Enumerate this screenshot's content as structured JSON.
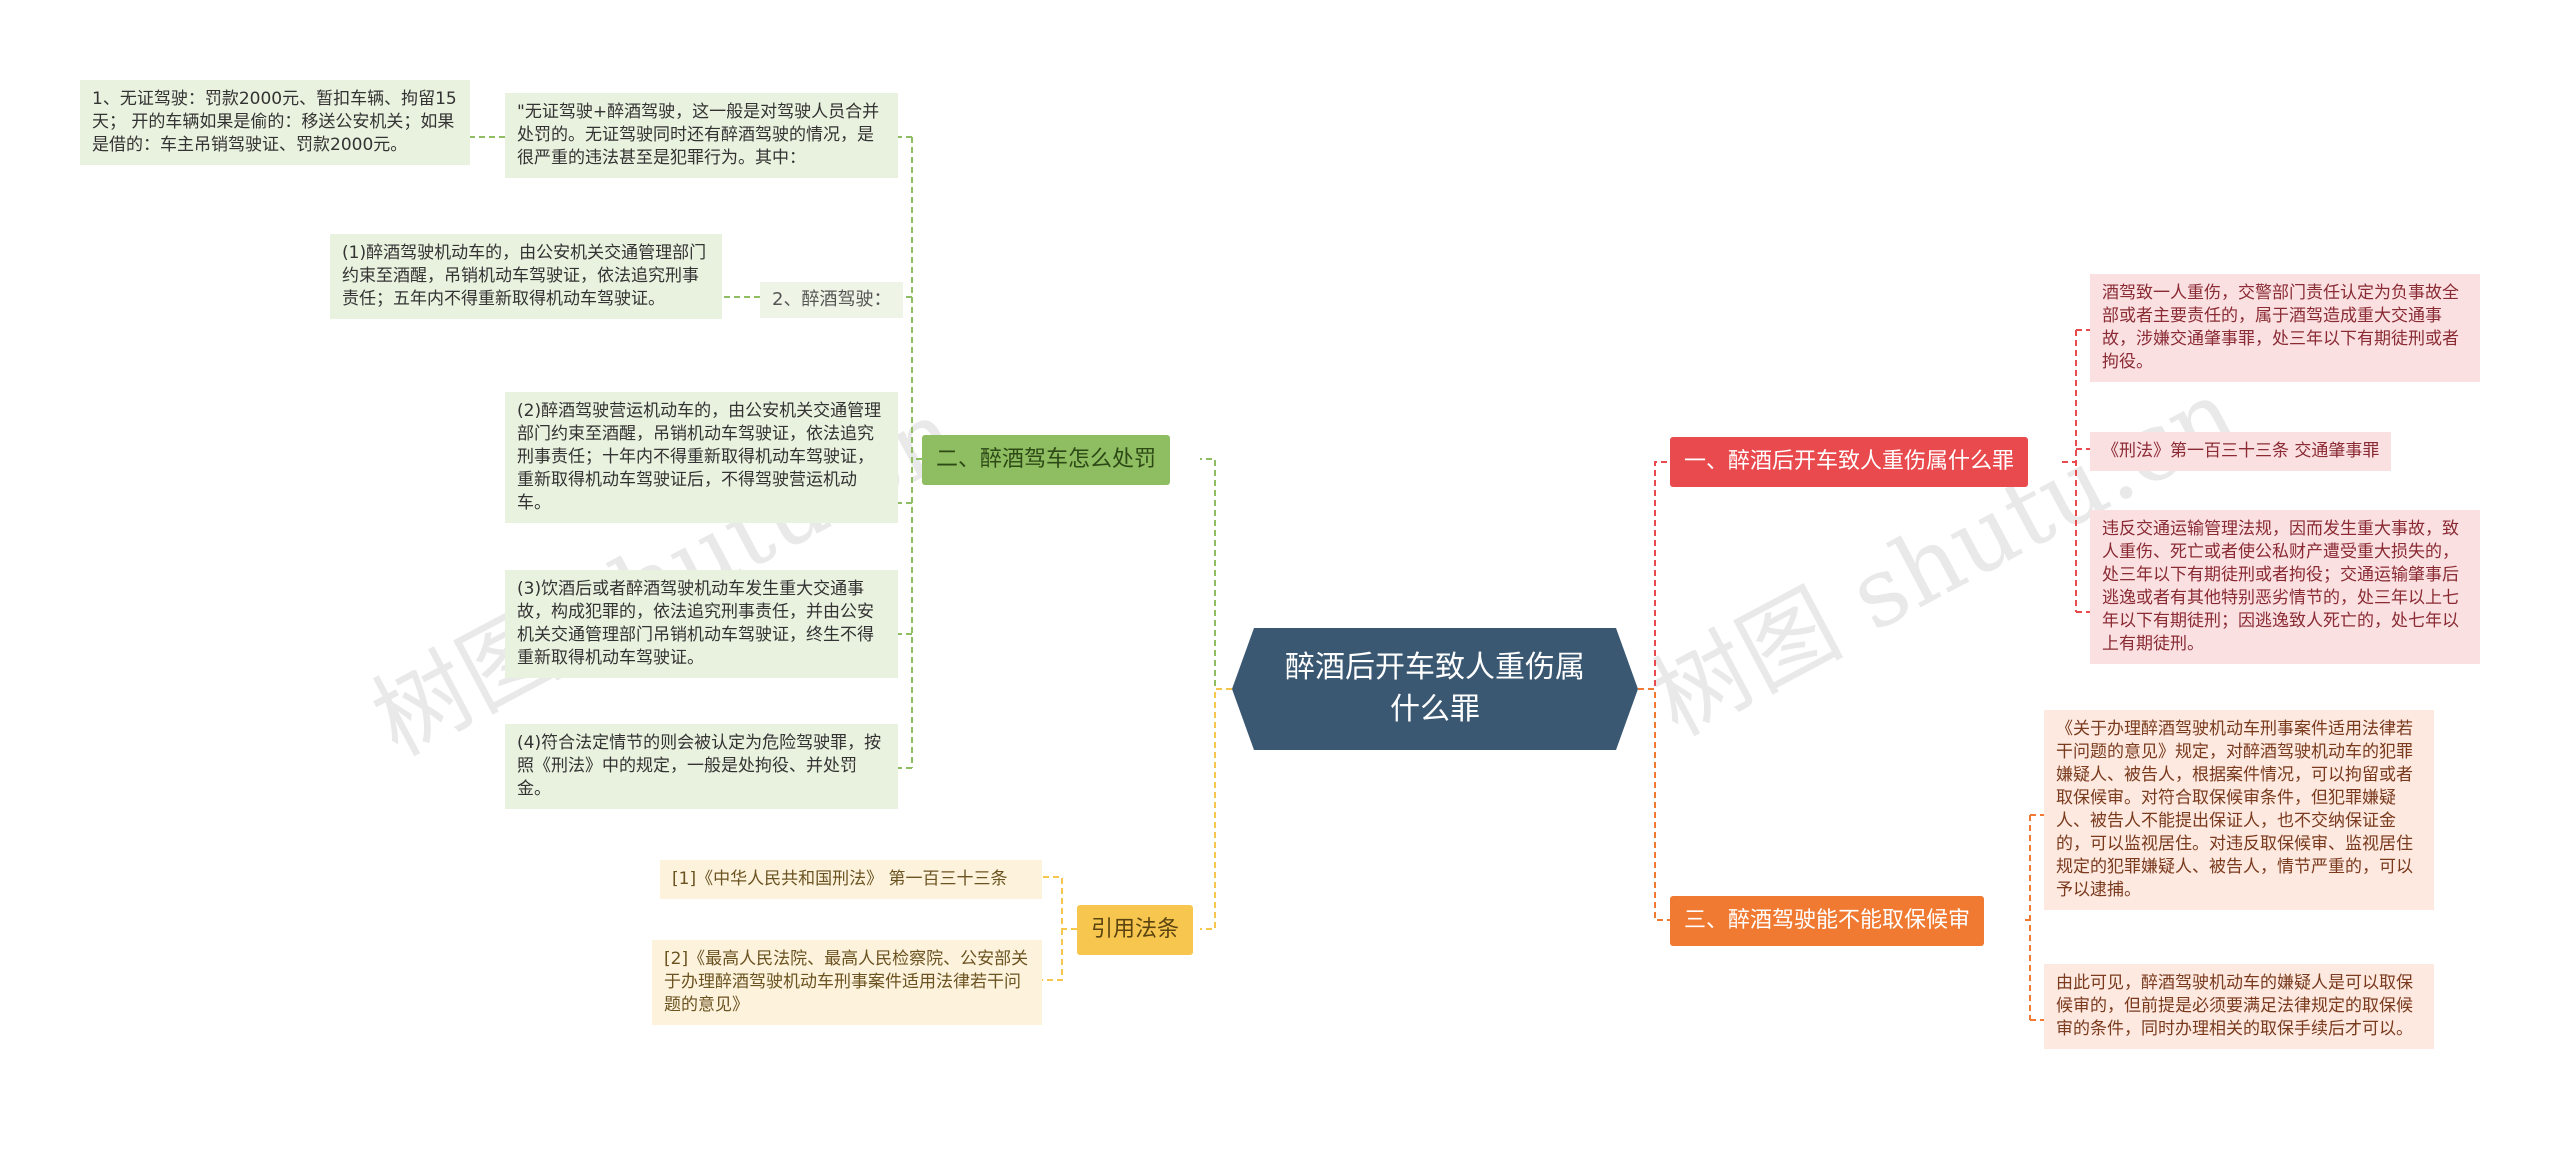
{
  "root": {
    "title": "醉酒后开车致人重伤属什么罪"
  },
  "watermark": "树图 shutu.cn",
  "colors": {
    "root": "#3b5873",
    "green": "#8fbd62",
    "yellow": "#f6c64e",
    "red": "#e94a4d",
    "orange": "#f07a32"
  },
  "left": {
    "penalty": {
      "label": "二、醉酒驾车怎么处罚",
      "intro": "\"无证驾驶+醉酒驾驶，这一般是对驾驶人员合并处罚的。无证驾驶同时还有醉酒驾驶的情况，是很严重的违法甚至是犯罪行为。其中：",
      "intro_child": "1、无证驾驶：罚款2000元、暂扣车辆、拘留15天； 开的车辆如果是偷的：移送公安机关；如果是借的：车主吊销驾驶证、罚款2000元。",
      "drunk_label": "2、醉酒驾驶：",
      "drunk_child": "(1)醉酒驾驶机动车的，由公安机关交通管理部门约束至酒醒，吊销机动车驾驶证，依法追究刑事责任；五年内不得重新取得机动车驾驶证。",
      "item2": "(2)醉酒驾驶营运机动车的，由公安机关交通管理部门约束至酒醒，吊销机动车驾驶证，依法追究刑事责任；十年内不得重新取得机动车驾驶证，重新取得机动车驾驶证后，不得驾驶营运机动车。",
      "item3": "(3)饮酒后或者醉酒驾驶机动车发生重大交通事故，构成犯罪的，依法追究刑事责任，并由公安机关交通管理部门吊销机动车驾驶证，终生不得重新取得机动车驾驶证。",
      "item4": "(4)符合法定情节的则会被认定为危险驾驶罪，按照《刑法》中的规定，一般是处拘役、并处罚金。"
    },
    "cite": {
      "label": "引用法条",
      "ref1": "[1]《中华人民共和国刑法》 第一百三十三条",
      "ref2": "[2]《最高人民法院、最高人民检察院、公安部关于办理醉酒驾驶机动车刑事案件适用法律若干问题的意见》"
    }
  },
  "right": {
    "crime": {
      "label": "一、醉酒后开车致人重伤属什么罪",
      "c1": "酒驾致一人重伤，交警部门责任认定为负事故全部或者主要责任的，属于酒驾造成重大交通事故，涉嫌交通肇事罪，处三年以下有期徒刑或者拘役。",
      "c2": "《刑法》第一百三十三条 交通肇事罪",
      "c3": "违反交通运输管理法规，因而发生重大事故，致人重伤、死亡或者使公私财产遭受重大损失的，处三年以下有期徒刑或者拘役；交通运输肇事后逃逸或者有其他特别恶劣情节的，处三年以上七年以下有期徒刑；因逃逸致人死亡的，处七年以上有期徒刑。"
    },
    "bail": {
      "label": "三、醉酒驾驶能不能取保候审",
      "b1": "《关于办理醉酒驾驶机动车刑事案件适用法律若干问题的意见》规定，对醉酒驾驶机动车的犯罪嫌疑人、被告人，根据案件情况，可以拘留或者取保候审。对符合取保候审条件，但犯罪嫌疑人、被告人不能提出保证人，也不交纳保证金的，可以监视居住。对违反取保候审、监视居住规定的犯罪嫌疑人、被告人，情节严重的，可以予以逮捕。",
      "b2": "由此可见，醉酒驾驶机动车的嫌疑人是可以取保候审的，但前提是必须要满足法律规定的取保候审的条件，同时办理相关的取保手续后才可以。"
    }
  }
}
